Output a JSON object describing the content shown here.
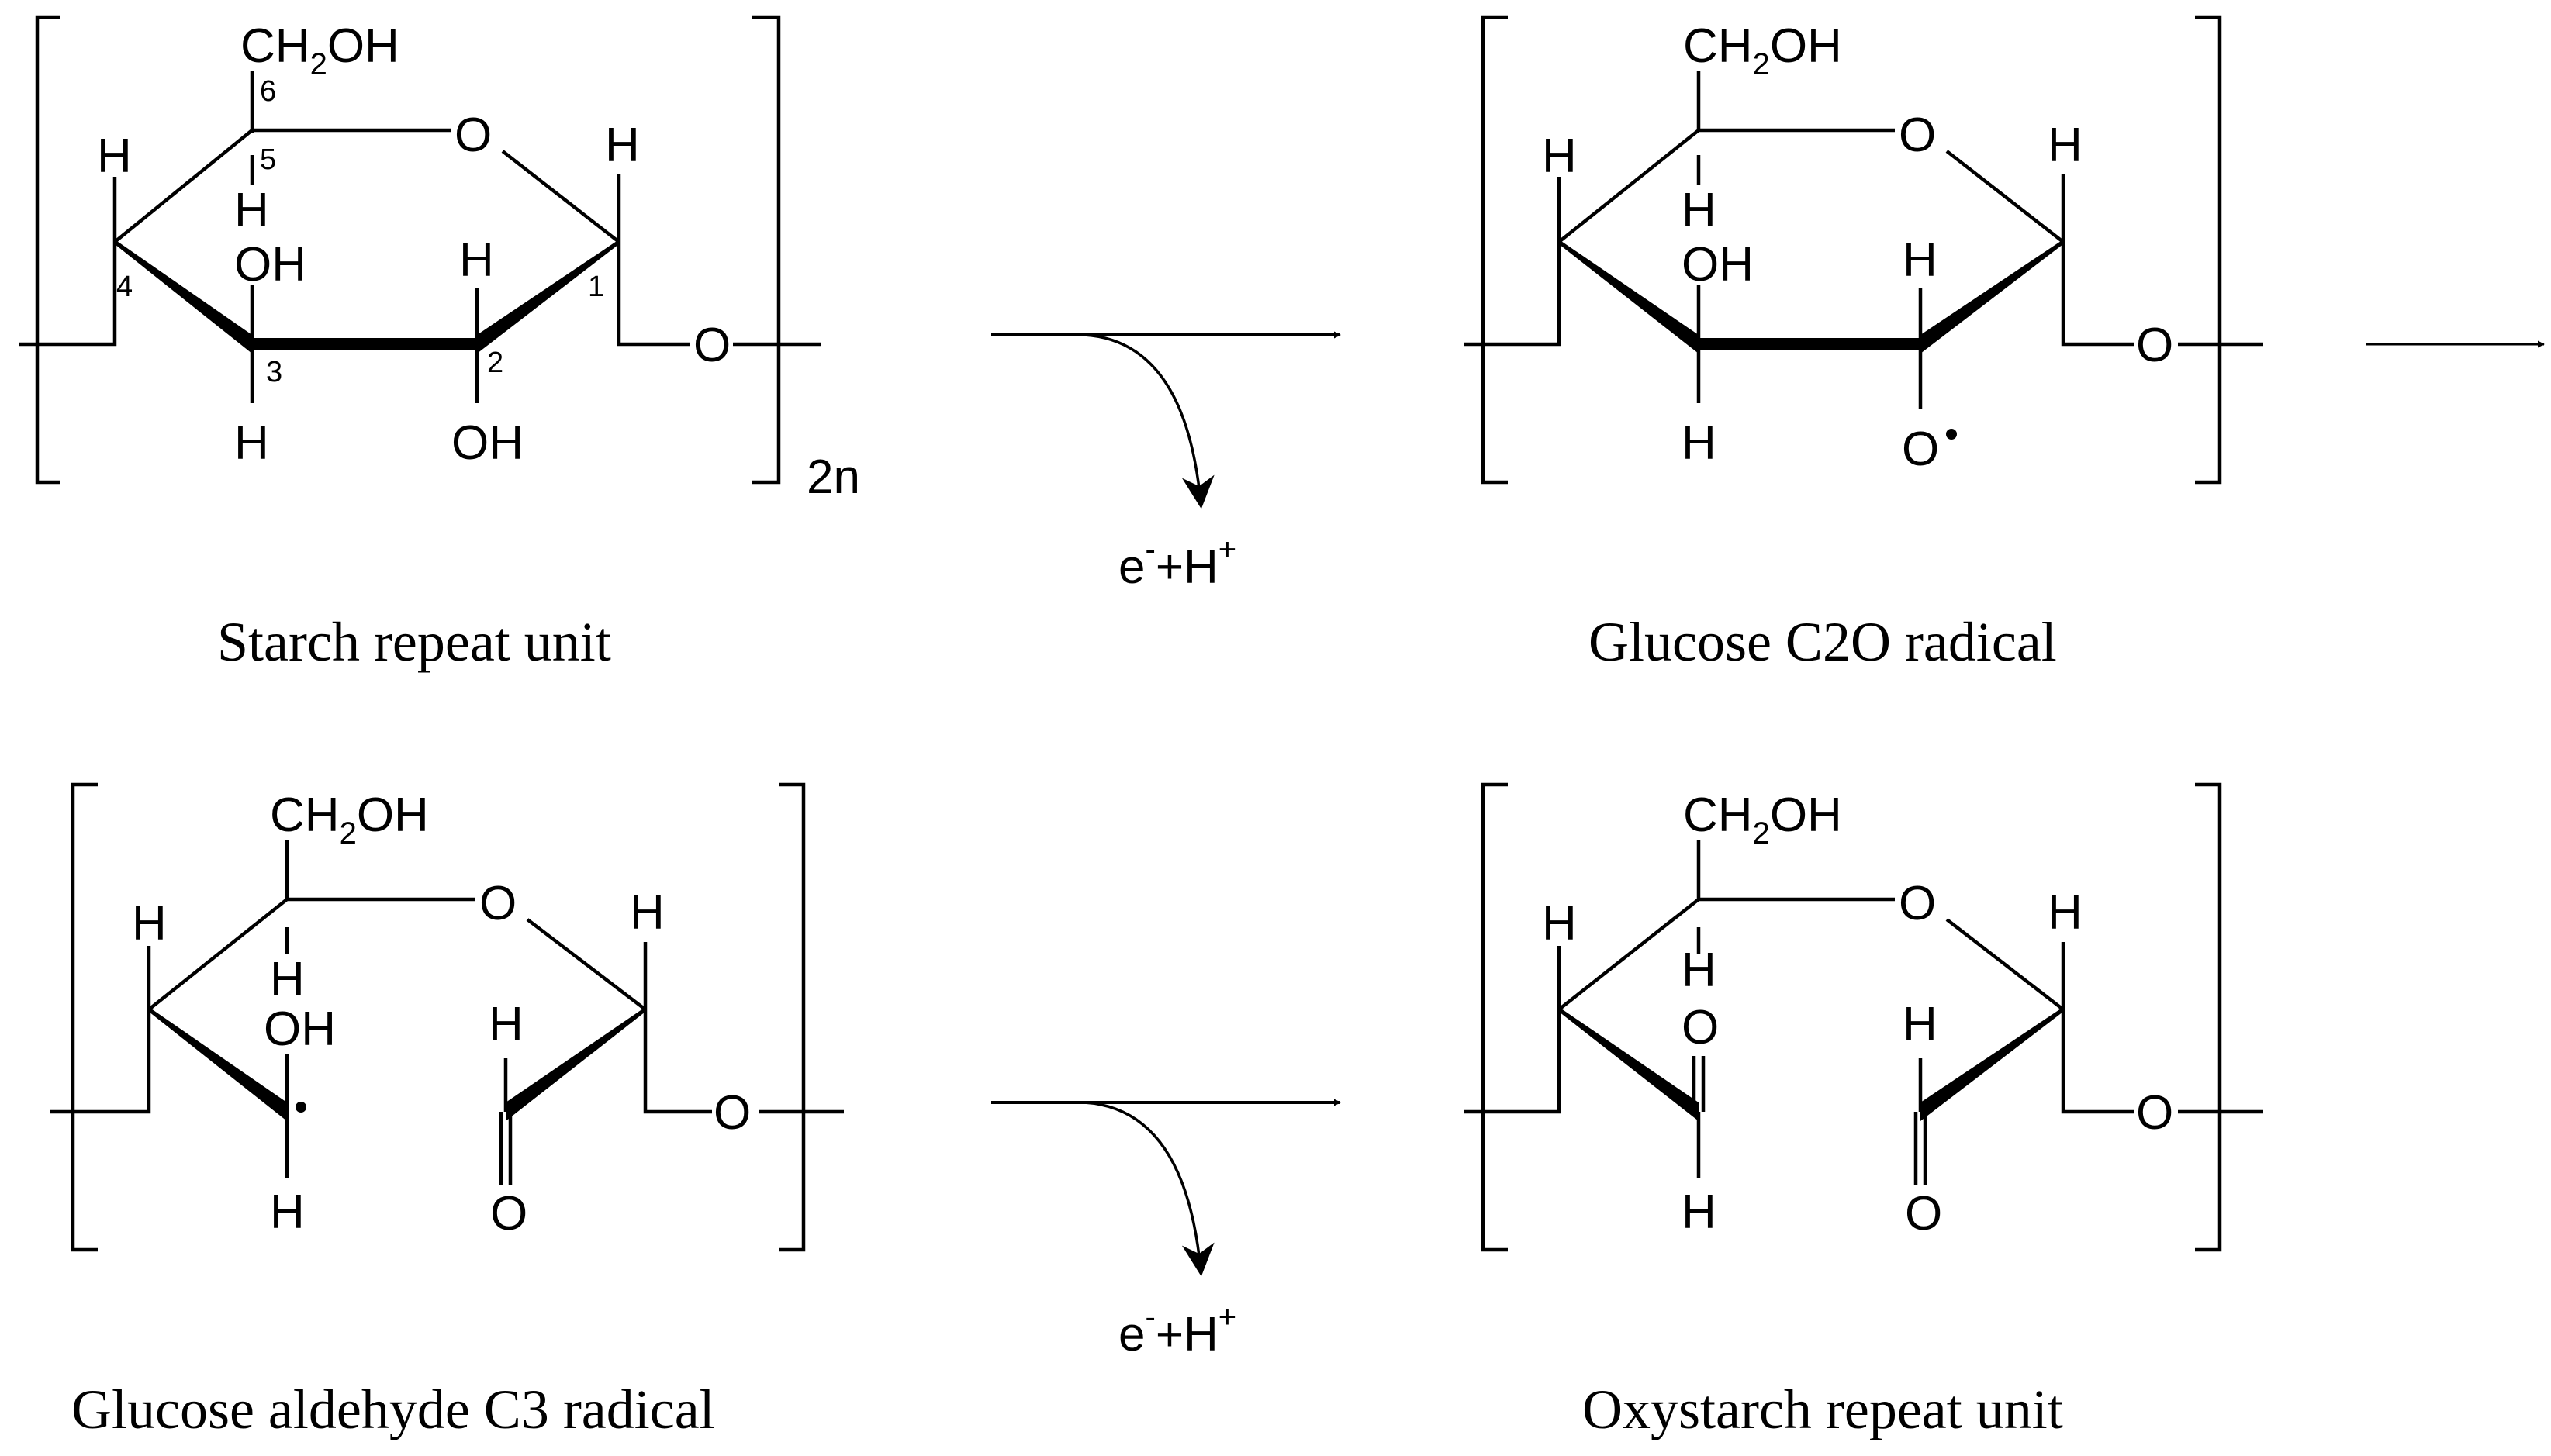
{
  "atoms": {
    "ch2": "CH",
    "sub2": "2",
    "oh": "OH",
    "o": "O",
    "h": "H"
  },
  "numbering": [
    "1",
    "2",
    "3",
    "4",
    "5",
    "6"
  ],
  "repeat_index": "2n",
  "byproduct": {
    "electron": "e",
    "electron_charge": "-",
    "sep": "+H",
    "proton_charge": "+"
  },
  "captions": {
    "starch": "Starch repeat unit",
    "c2o_radical": "Glucose C2O radical",
    "c3_radical": "Glucose aldehyde C3 radical",
    "oxystarch": "Oxystarch repeat unit"
  }
}
